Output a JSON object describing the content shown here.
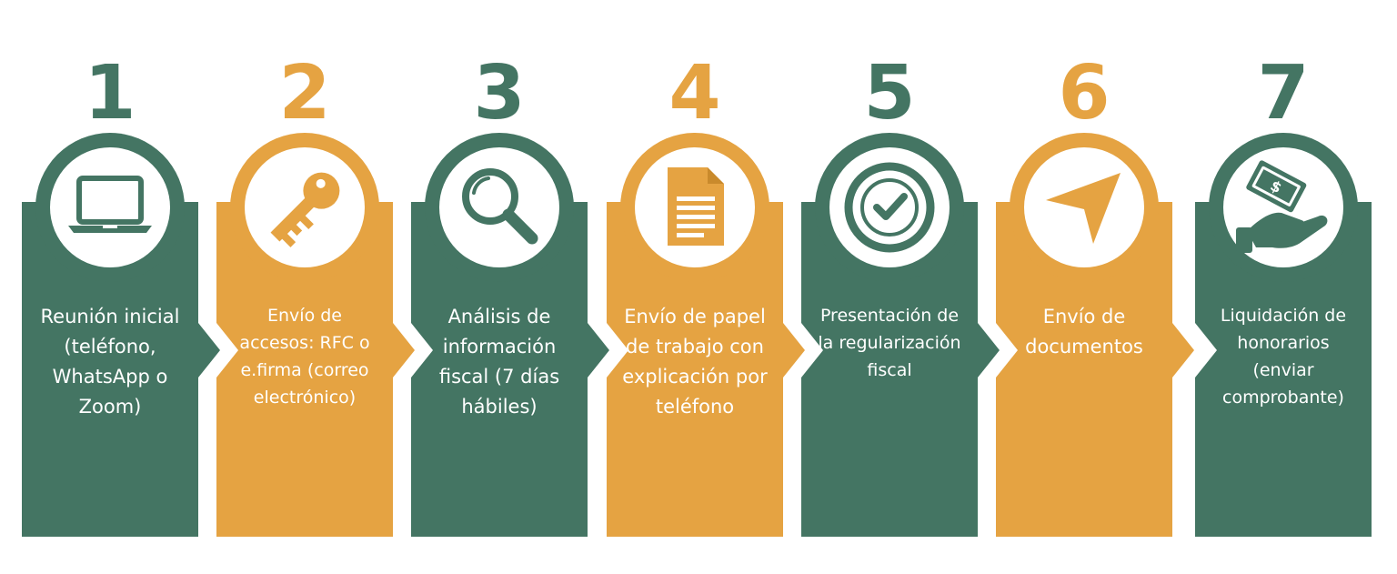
{
  "colors": {
    "green": "#447563",
    "orange": "#e5a342",
    "white": "#ffffff"
  },
  "steps": [
    {
      "number": "1",
      "label": "Reunión inicial (teléfono, WhatsApp o Zoom)",
      "color": "green",
      "icon": "laptop-icon"
    },
    {
      "number": "2",
      "label": "Envío de accesos: RFC o e.firma (correo electrónico)",
      "color": "orange",
      "icon": "key-icon"
    },
    {
      "number": "3",
      "label": "Análisis de información fiscal (7 días hábiles)",
      "color": "green",
      "icon": "magnifier-icon"
    },
    {
      "number": "4",
      "label": "Envío de papel de trabajo con explicación por teléfono",
      "color": "orange",
      "icon": "document-icon"
    },
    {
      "number": "5",
      "label": "Presentación de la regularización fiscal",
      "color": "green",
      "icon": "check-circle-icon"
    },
    {
      "number": "6",
      "label": "Envío de documentos",
      "color": "orange",
      "icon": "send-arrow-icon"
    },
    {
      "number": "7",
      "label": "Liquidación de honorarios (enviar comprobante)",
      "color": "green",
      "icon": "money-hand-icon"
    }
  ]
}
